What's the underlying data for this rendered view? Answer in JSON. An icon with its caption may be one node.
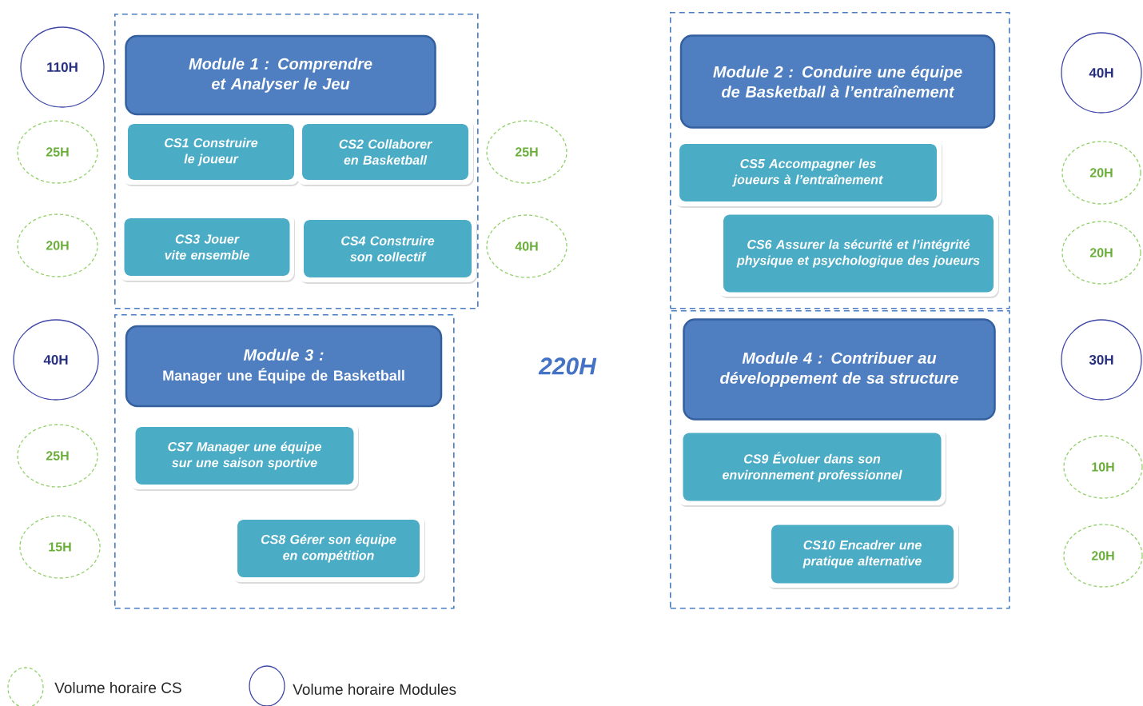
{
  "diagram": {
    "nodes": [
      {
        "text": [
          "110H"
        ]
      },
      {
        "text": [],
        "shape": "box"
      },
      {
        "text": [
          "Module 1 : Comprendre et Analyser le Jeu"
        ],
        "in": 1
      },
      {
        "text": [
          "CS1 Construire le joueur"
        ],
        "in": 1
      },
      {
        "text": [
          "CS2 Collaborer en Basketball"
        ],
        "in": 1
      },
      {
        "text": [
          "CS3 Jouer vite ensemble"
        ],
        "in": 1
      },
      {
        "text": [
          "CS4 Construire son collectif"
        ],
        "in": 1
      },
      {
        "text": [
          "25H"
        ]
      },
      {
        "text": [
          "25H"
        ]
      },
      {
        "text": [
          "20H"
        ]
      },
      {
        "text": [
          "40H"
        ]
      },
      {
        "text": [],
        "shape": "box"
      },
      {
        "text": [
          "Module 2 : Conduire une équipe de Basketball à l’entraînement"
        ],
        "in": 11
      },
      {
        "text": [
          "CS5 Accompagner les joueurs à l’entraînement"
        ],
        "in": 11
      },
      {
        "text": [
          "CS6 Assurer la sécurité et l’intégrité physique et psychologique des joueurs"
        ],
        "in": 11
      },
      {
        "text": [
          "40H"
        ]
      },
      {
        "text": [
          "20H"
        ]
      },
      {
        "text": [
          "20H"
        ]
      },
      {
        "text": [],
        "shape": "box"
      },
      {
        "text": [
          "Module 3 :",
          "Manager une Équipe de Basketball"
        ],
        "in": 18
      },
      {
        "text": [
          "CS7 Manager une équipe sur une saison sportive"
        ],
        "in": 18
      },
      {
        "text": [
          "CS8 Gérer son équipe en compétition"
        ],
        "in": 18
      },
      {
        "text": [
          "40H"
        ]
      },
      {
        "text": [
          "25H"
        ]
      },
      {
        "text": [
          "15H"
        ]
      },
      {
        "text": [],
        "shape": "box"
      },
      {
        "text": [
          "Module 4 : Contribuer au développement de sa structure"
        ],
        "in": 25
      },
      {
        "text": [
          "CS9 Évoluer dans son environnement professionnel"
        ],
        "in": 25
      },
      {
        "text": [
          "CS10 Encadrer une pratique alternative"
        ],
        "in": 25
      },
      {
        "text": [
          "30H"
        ]
      },
      {
        "text": [
          "10H"
        ]
      },
      {
        "text": [
          "20H"
        ]
      }
    ],
    "labels": [
      "220H"
    ],
    "legend": [
      {
        "text": "Volume horaire CS"
      },
      {
        "text": "Volume horaire Modules"
      }
    ]
  }
}
